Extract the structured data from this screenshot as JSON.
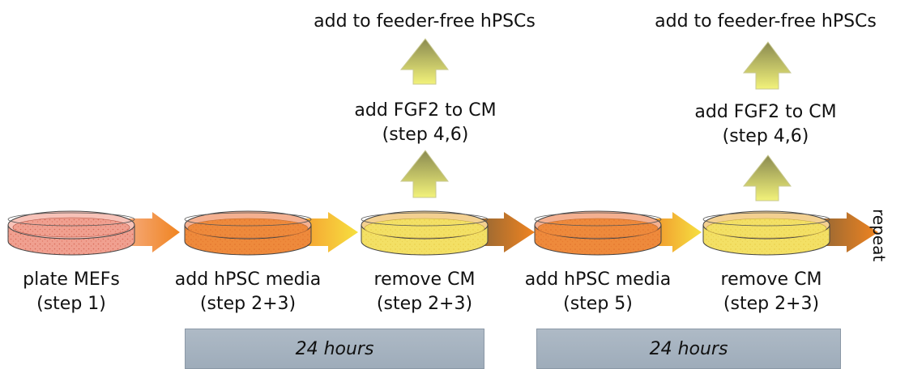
{
  "diagram": {
    "top_labels": [
      "add to feeder-free hPSCs",
      "add to feeder-free hPSCs"
    ],
    "fgf_labels": [
      {
        "line1": "add FGF2 to CM",
        "line2": "(step 4,6)"
      },
      {
        "line1": "add FGF2 to CM",
        "line2": "(step 4,6)"
      }
    ],
    "steps": [
      {
        "line1": "plate MEFs",
        "line2": "(step 1)"
      },
      {
        "line1": "add hPSC media",
        "line2": "(step 2+3)"
      },
      {
        "line1": "remove CM",
        "line2": "(step 2+3)"
      },
      {
        "line1": "add hPSC media",
        "line2": "(step 5)"
      },
      {
        "line1": "remove CM",
        "line2": "(step 2+3)"
      }
    ],
    "time_bars": [
      "24 hours",
      "24 hours"
    ],
    "repeat_label": "repeat"
  },
  "colors": {
    "dish_mefs": "#f1a08f",
    "dish_media": "#ee8a3a",
    "dish_cm": "#f2e060",
    "dish_rim": "#f0b0a6",
    "arrow_orange": "#f08a2c",
    "arrow_yellow": "#f5d030",
    "arrow_dark": "#a06a2e",
    "up_arrow_top": "#8a8a50",
    "up_arrow_bottom": "#f0f070",
    "time_bar": "#a8b4c2"
  },
  "icons": [
    "petri-dish-icon",
    "right-arrow-icon",
    "up-arrow-icon"
  ]
}
